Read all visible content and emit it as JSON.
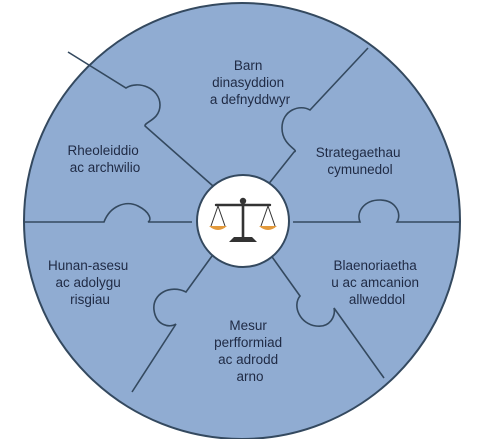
{
  "diagram": {
    "segments": [
      {
        "id": "top",
        "lines": [
          "Barn",
          "dinasyddion",
          "a defnyddwyr"
        ]
      },
      {
        "id": "upper-right",
        "lines": [
          "Strategaethau",
          "cymunedol"
        ]
      },
      {
        "id": "lower-right",
        "lines": [
          "Blaenoriaetha",
          "u ac amcanion",
          "allweddol"
        ]
      },
      {
        "id": "bottom",
        "lines": [
          "Mesur",
          "perfformiad",
          "ac adrodd",
          "arno"
        ]
      },
      {
        "id": "lower-left",
        "lines": [
          "Hunan-asesu",
          "ac adolygu",
          "risgiau"
        ]
      },
      {
        "id": "upper-left",
        "lines": [
          "Rheoleiddio",
          "ac archwilio"
        ]
      }
    ],
    "center_icon": "scales-of-justice-icon",
    "colors": {
      "fill": "#90acd2",
      "stroke": "#34495f",
      "center_bg": "#ffffff",
      "scale_metal": "#333333",
      "scale_pans": "#e39a3c"
    }
  }
}
